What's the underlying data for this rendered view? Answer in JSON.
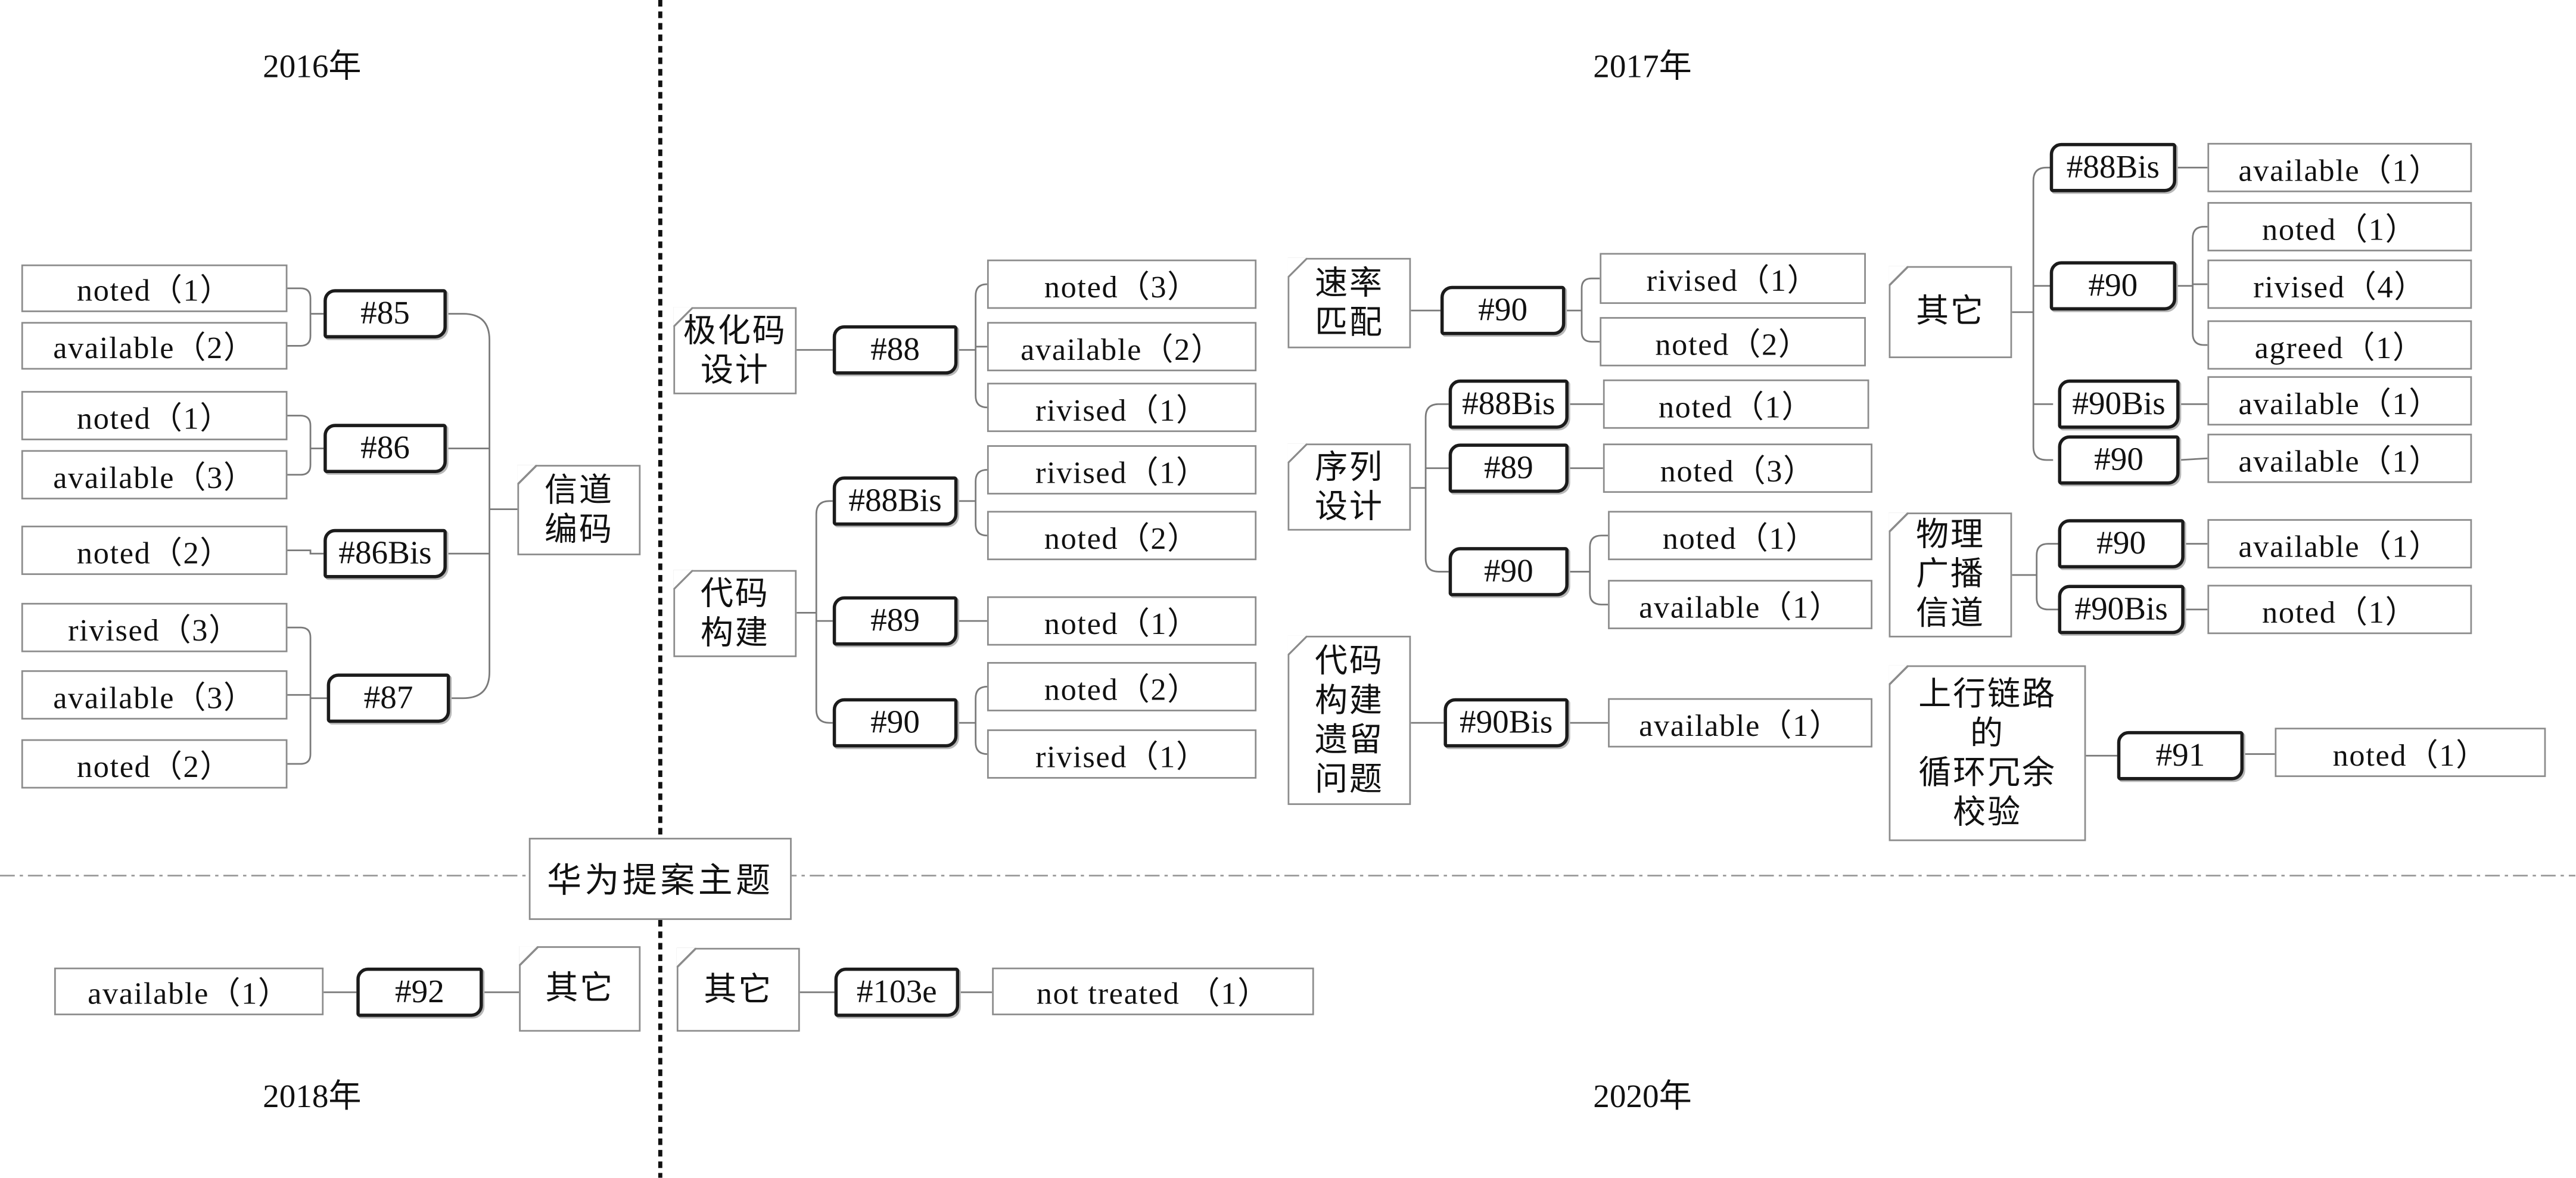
{
  "center_title": "华为提案主题",
  "years": {
    "y2016": "2016年",
    "y2017": "2017年",
    "y2018": "2018年",
    "y2020": "2020年"
  },
  "q2016": {
    "topic": "信道\n编码",
    "proposals": [
      {
        "tag": "#85",
        "outcomes": [
          "noted（1）",
          "available（2）"
        ]
      },
      {
        "tag": "#86",
        "outcomes": [
          "noted（1）",
          "available（3）"
        ]
      },
      {
        "tag": "#86Bis",
        "outcomes": [
          "noted（2）"
        ]
      },
      {
        "tag": "#87",
        "outcomes": [
          "rivised（3）",
          "available（3）",
          "noted（2）"
        ]
      }
    ]
  },
  "q2017": {
    "topics": [
      {
        "topic": "极化码\n设计",
        "proposals": [
          {
            "tag": "#88",
            "outcomes": [
              "noted（3）",
              "available（2）",
              "rivised（1）"
            ]
          }
        ]
      },
      {
        "topic": "代码\n构建",
        "proposals": [
          {
            "tag": "#88Bis",
            "outcomes": [
              "rivised（1）",
              "noted（2）"
            ]
          },
          {
            "tag": "#89",
            "outcomes": [
              "noted（1）"
            ]
          },
          {
            "tag": "#90",
            "outcomes": [
              "noted（2）",
              "rivised（1）"
            ]
          }
        ]
      },
      {
        "topic": "速率\n匹配",
        "proposals": [
          {
            "tag": "#90",
            "outcomes": [
              "rivised（1）",
              "noted（2）"
            ]
          }
        ]
      },
      {
        "topic": "序列\n设计",
        "proposals": [
          {
            "tag": "#88Bis",
            "outcomes": [
              "noted（1）"
            ]
          },
          {
            "tag": "#89",
            "outcomes": [
              "noted（3）"
            ]
          },
          {
            "tag": "#90",
            "outcomes": [
              "noted（1）",
              "available（1）"
            ]
          }
        ]
      },
      {
        "topic": "代码\n构建\n遗留\n问题",
        "proposals": [
          {
            "tag": "#90Bis",
            "outcomes": [
              "available（1）"
            ]
          }
        ]
      },
      {
        "topic": "其它",
        "proposals": [
          {
            "tag": "#88Bis",
            "outcomes": [
              "available（1）"
            ]
          },
          {
            "tag": "#90",
            "outcomes": [
              "noted（1）",
              "rivised（4）",
              "agreed（1）"
            ]
          },
          {
            "tag": "#90Bis",
            "outcomes": [
              "available（1）"
            ]
          },
          {
            "tag": "#90",
            "outcomes": [
              "available（1）"
            ]
          }
        ]
      },
      {
        "topic": "物理\n广播\n信道",
        "proposals": [
          {
            "tag": "#90",
            "outcomes": [
              "available（1）"
            ]
          },
          {
            "tag": "#90Bis",
            "outcomes": [
              "noted（1）"
            ]
          }
        ]
      },
      {
        "topic": "上行链路\n的\n循环冗余\n校验",
        "proposals": [
          {
            "tag": "#91",
            "outcomes": [
              "noted（1）"
            ]
          }
        ]
      }
    ]
  },
  "q2018": {
    "topic": "其它",
    "proposals": [
      {
        "tag": "#92",
        "outcomes": [
          "available（1）"
        ]
      }
    ]
  },
  "q2020": {
    "topic": "其它",
    "proposals": [
      {
        "tag": "#103e",
        "outcomes": [
          "not treated （1）"
        ]
      }
    ]
  }
}
